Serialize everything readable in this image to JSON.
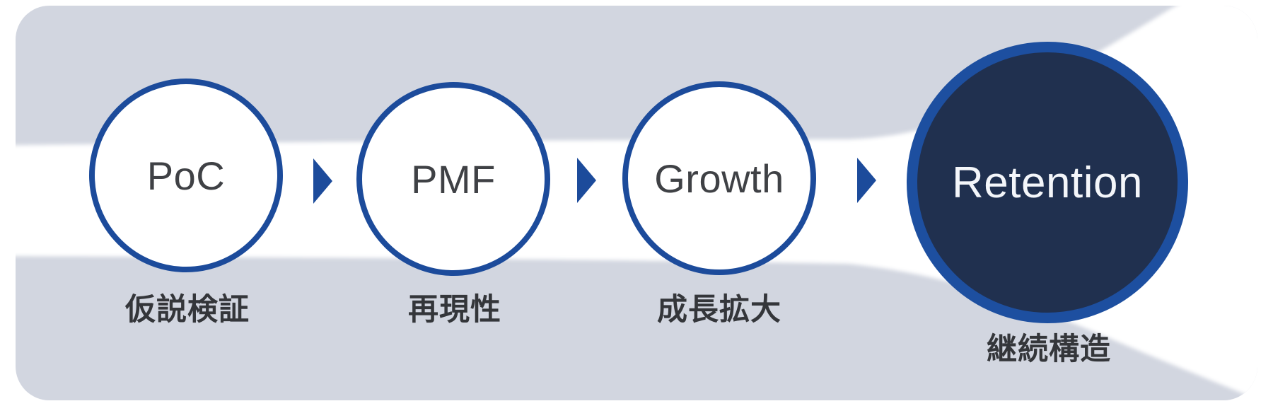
{
  "diagram": {
    "type": "process-flow",
    "description": "Four-stage startup growth flow with Japanese sublabels",
    "stages": [
      {
        "label": "PoC",
        "sublabel": "仮説検証",
        "style": "outline"
      },
      {
        "label": "PMF",
        "sublabel": "再現性",
        "style": "outline"
      },
      {
        "label": "Growth",
        "sublabel": "成長拡大",
        "style": "outline"
      },
      {
        "label": "Retention",
        "sublabel": "継続構造",
        "style": "filled"
      }
    ],
    "connector": {
      "icon": "right-triangle-arrow",
      "count": 3
    }
  },
  "colors": {
    "accent_blue": "#1c4b9b",
    "retention_ring": "#1d4fa0",
    "retention_fill": "#20304f",
    "retention_text": "#f4f6fa",
    "background_gray": "#d2d6e0",
    "swoosh_white": "#ffffff",
    "stage_text": "#3f4145",
    "label_text": "#34363a"
  }
}
